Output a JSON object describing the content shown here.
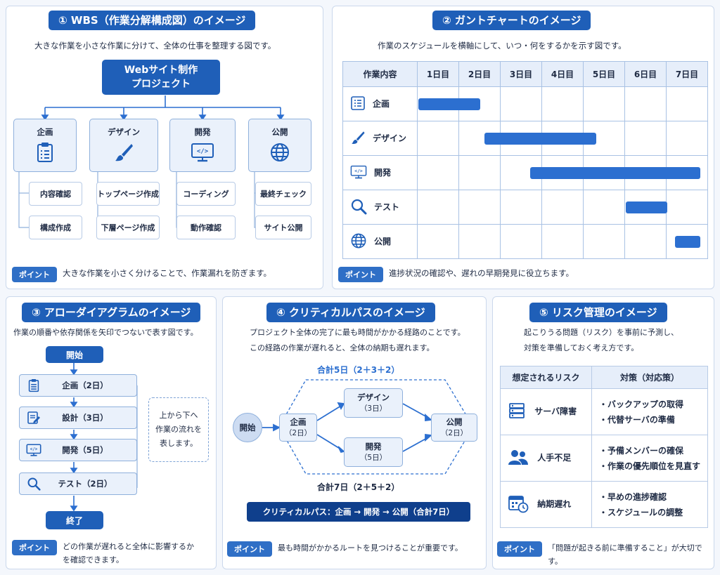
{
  "wbs": {
    "title": "① WBS（作業分解構成図）のイメージ",
    "desc": "大きな作業を小さな作業に分けて、全体の仕事を整理する図です。",
    "root": [
      "Webサイト制作",
      "プロジェクト"
    ],
    "groups": [
      {
        "label": "企画",
        "icon": "clipboard-icon",
        "subs": [
          "内容確認",
          "構成作成"
        ]
      },
      {
        "label": "デザイン",
        "icon": "brush-icon",
        "subs": [
          "トップページ作成",
          "下層ページ作成"
        ]
      },
      {
        "label": "開発",
        "icon": "code-monitor-icon",
        "subs": [
          "コーディング",
          "動作確認"
        ]
      },
      {
        "label": "公開",
        "icon": "globe-icon",
        "subs": [
          "最終チェック",
          "サイト公開"
        ]
      }
    ],
    "point_badge": "ポイント",
    "point_text": "大きな作業を小さく分けることで、作業漏れを防ぎます。"
  },
  "gantt": {
    "title": "② ガントチャートのイメージ",
    "desc": "作業のスケジュールを横軸にして、いつ・何をするかを示す図です。",
    "header_task": "作業内容",
    "days": [
      "1日目",
      "2日目",
      "3日目",
      "4日目",
      "5日目",
      "6日目",
      "7日目"
    ],
    "tasks": [
      {
        "label": "企画",
        "icon": "list-icon",
        "start": 1,
        "end": 2.5
      },
      {
        "label": "デザイン",
        "icon": "brush-icon",
        "start": 2.6,
        "end": 5.3
      },
      {
        "label": "開発",
        "icon": "code-monitor-icon",
        "start": 3.7,
        "end": 7.8
      },
      {
        "label": "テスト",
        "icon": "search-icon",
        "start": 6.0,
        "end": 7.0
      },
      {
        "label": "公開",
        "icon": "globe-icon",
        "start": 7.2,
        "end": 7.8
      }
    ],
    "point_badge": "ポイント",
    "point_text": "進捗状況の確認や、遅れの早期発見に役立ちます。"
  },
  "arrow": {
    "title": "③ アローダイアグラムのイメージ",
    "desc": "作業の順番や依存関係を矢印でつないで表す図です。",
    "start": "開始",
    "end": "終了",
    "steps": [
      {
        "label": "企画（2日）",
        "icon": "clipboard-icon"
      },
      {
        "label": "設計（3日）",
        "icon": "document-edit-icon"
      },
      {
        "label": "開発（5日）",
        "icon": "code-monitor-icon"
      },
      {
        "label": "テスト（2日）",
        "icon": "search-icon"
      }
    ],
    "note": [
      "上から下へ",
      "作業の流れを",
      "表します。"
    ],
    "point_badge": "ポイント",
    "point_text": [
      "どの作業が遅れると全体に影響するか",
      "を確認できます。"
    ]
  },
  "critical": {
    "title": "④ クリティカルパスのイメージ",
    "desc": [
      "プロジェクト全体の完了に最も時間がかかる経路のことです。",
      "この経路の作業が遅れると、全体の納期も遅れます。"
    ],
    "top_total": "合計5日（2＋3＋2）",
    "bottom_total": "合計7日（2＋5＋2）",
    "start": "開始",
    "nodes": [
      {
        "label": "企画",
        "days": "（2日）"
      },
      {
        "label": "デザイン",
        "days": "（3日）"
      },
      {
        "label": "開発",
        "days": "（5日）"
      },
      {
        "label": "公開",
        "days": "（2日）"
      }
    ],
    "path_label": "クリティカルパス：企画 → 開発 → 公開（合計7日）",
    "point_badge": "ポイント",
    "point_text": "最も時間がかかるルートを見つけることが重要です。"
  },
  "risk": {
    "title": "⑤ リスク管理のイメージ",
    "desc": [
      "起こりうる問題（リスク）を事前に予測し、",
      "対策を準備しておく考え方です。"
    ],
    "col_risk": "想定されるリスク",
    "col_measure": "対策（対応策）",
    "rows": [
      {
        "risk": "サーバ障害",
        "icon": "server-icon",
        "measures": [
          "・バックアップの取得",
          "・代替サーバの準備"
        ]
      },
      {
        "risk": "人手不足",
        "icon": "people-icon",
        "measures": [
          "・予備メンバーの確保",
          "・作業の優先順位を見直す"
        ]
      },
      {
        "risk": "納期遅れ",
        "icon": "calendar-clock-icon",
        "measures": [
          "・早めの進捗確認",
          "・スケジュールの調整"
        ]
      }
    ],
    "point_badge": "ポイント",
    "point_text": "「問題が起きる前に準備すること」が大切です。"
  }
}
